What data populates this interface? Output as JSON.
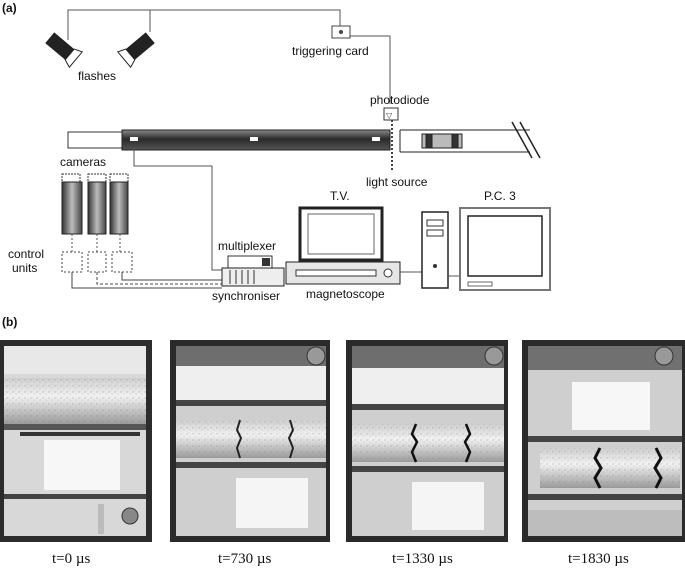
{
  "panel_a": {
    "label": "(a)",
    "labels": {
      "flashes": "flashes",
      "triggering_card": "triggering card",
      "photodiode": "photodiode",
      "cameras": "cameras",
      "light_source": "light source",
      "tv": "T.V.",
      "pc": "P.C. 3",
      "multiplexer": "multiplexer",
      "synchroniser": "synchroniser",
      "magnetoscope": "magnetoscope",
      "control_units_1": "control",
      "control_units_2": "units"
    }
  },
  "panel_b": {
    "label": "(b)",
    "frames": [
      {
        "caption": "t=0 µs"
      },
      {
        "caption": "t=730 µs"
      },
      {
        "caption": "t=1330 µs"
      },
      {
        "caption": "t=1830 µs"
      }
    ]
  }
}
